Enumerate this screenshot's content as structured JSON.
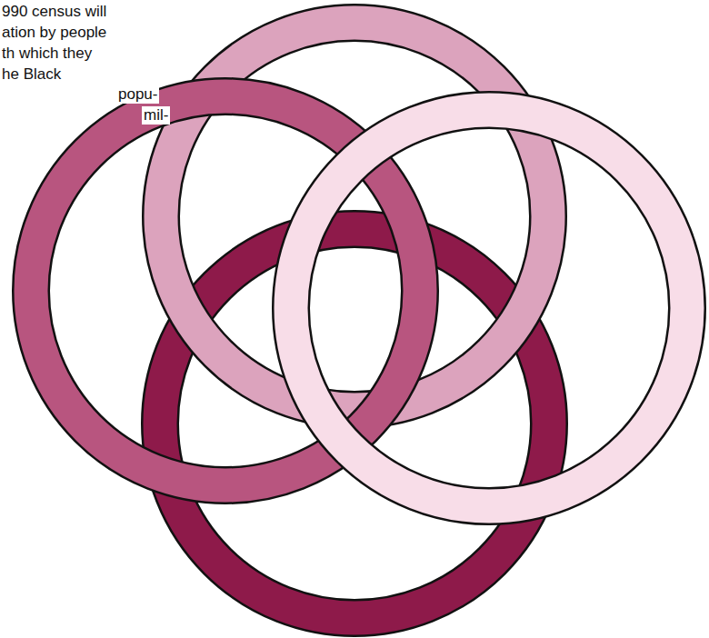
{
  "diagram": {
    "labels": [
      "990 census will",
      "ation by people",
      "th which they",
      "he Black",
      "popu-",
      "mil-"
    ]
  }
}
